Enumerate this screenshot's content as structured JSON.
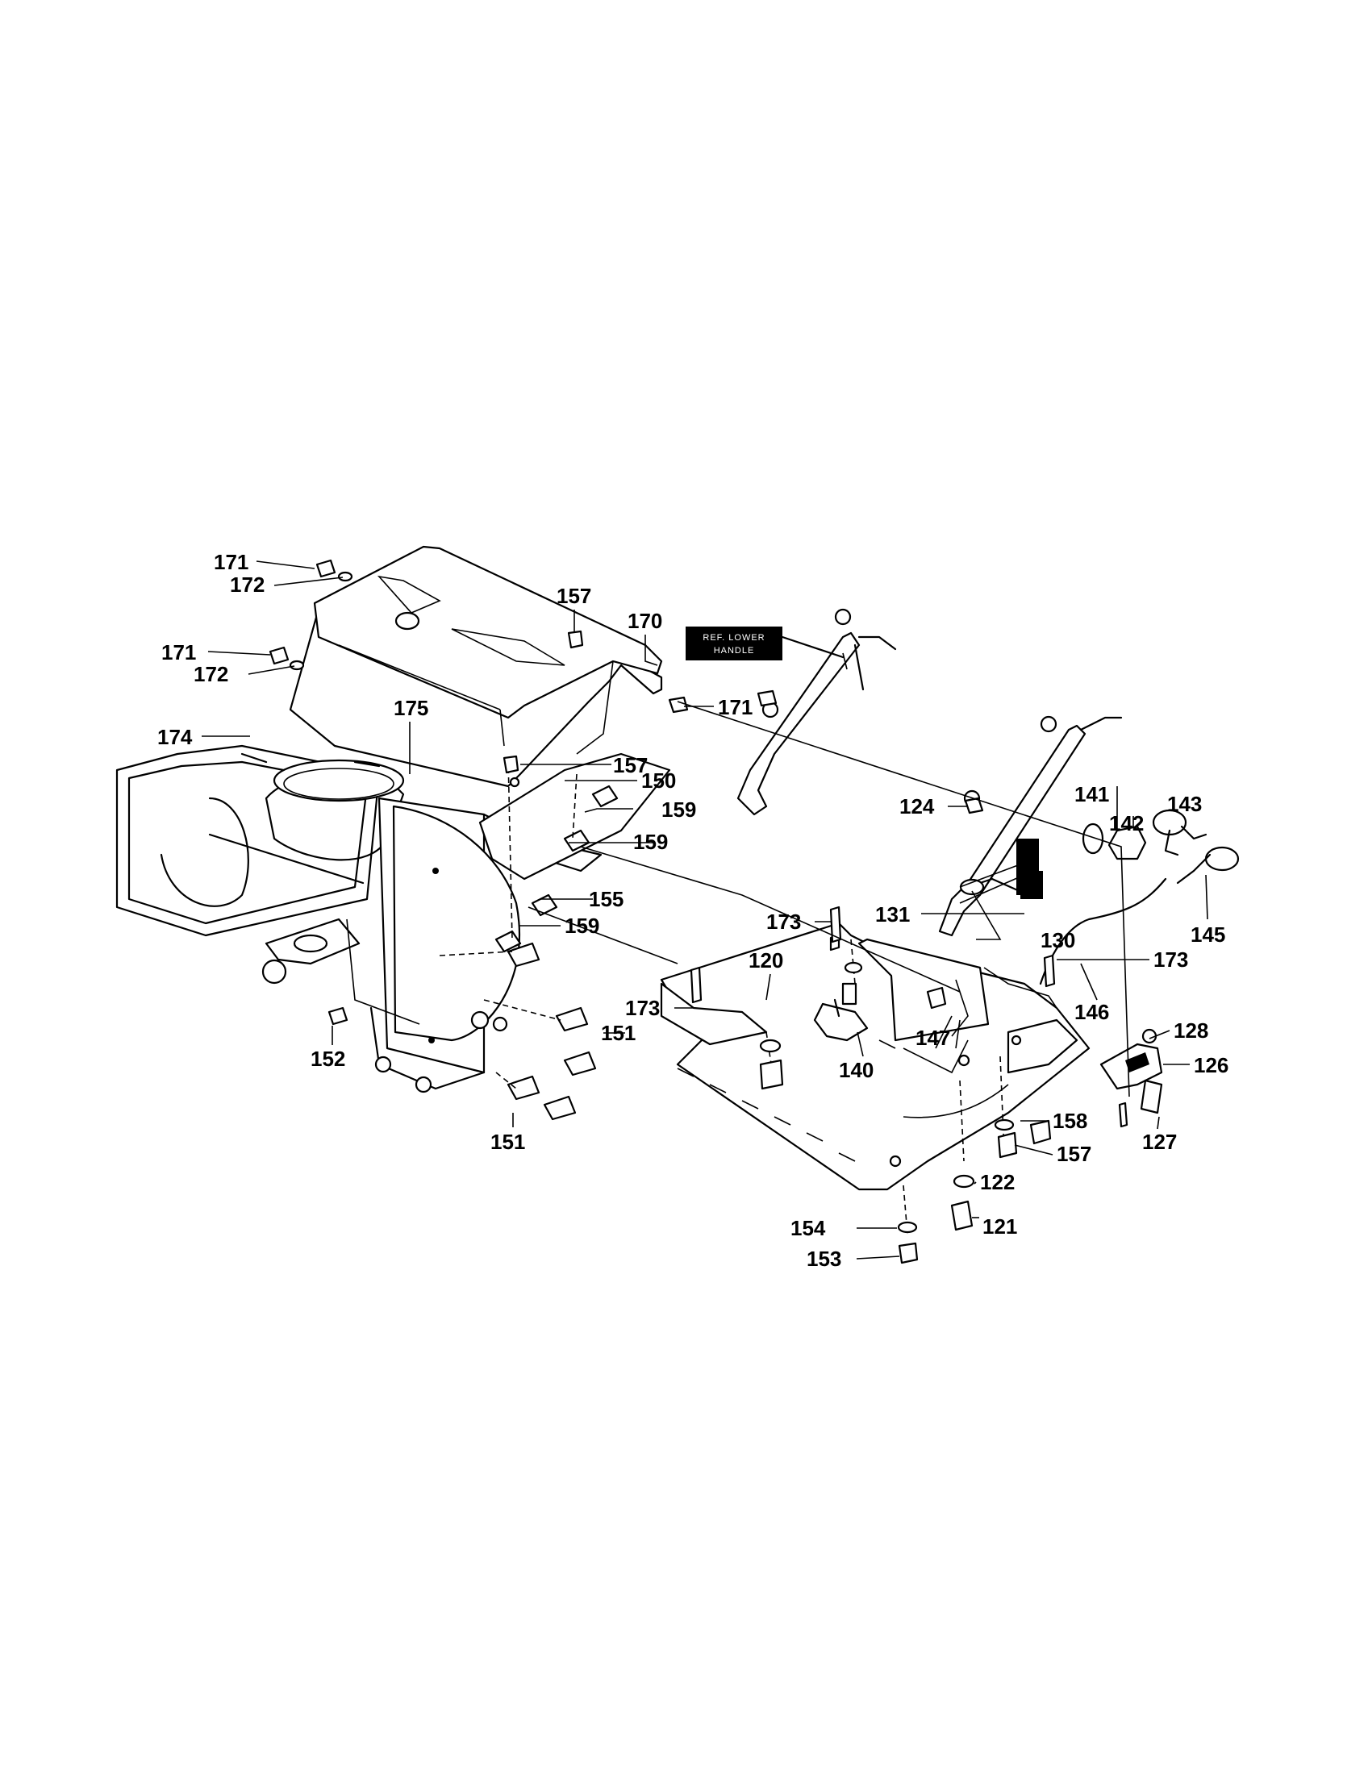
{
  "labels": {
    "l171a": "171",
    "l172a": "172",
    "l171b": "171",
    "l172b": "172",
    "l157a": "157",
    "l170": "170",
    "l171c": "171",
    "l174": "174",
    "l175": "175",
    "l157b": "157",
    "l150": "150",
    "l159a": "159",
    "l159b": "159",
    "l155": "155",
    "l159c": "159",
    "l124": "124",
    "l141": "141",
    "l142": "142",
    "l143": "143",
    "l173a": "173",
    "l120": "120",
    "l131": "131",
    "l130": "130",
    "l145": "145",
    "l173b": "173",
    "l173c": "173",
    "l146": "146",
    "l151a": "151",
    "l152": "152",
    "l140": "140",
    "l147": "147",
    "l128": "128",
    "l126": "126",
    "l158": "158",
    "l127": "127",
    "l151b": "151",
    "l157c": "157",
    "l122": "122",
    "l154": "154",
    "l121": "121",
    "l153": "153"
  },
  "callout": {
    "line1": "REF. LOWER",
    "line2": "HANDLE"
  }
}
